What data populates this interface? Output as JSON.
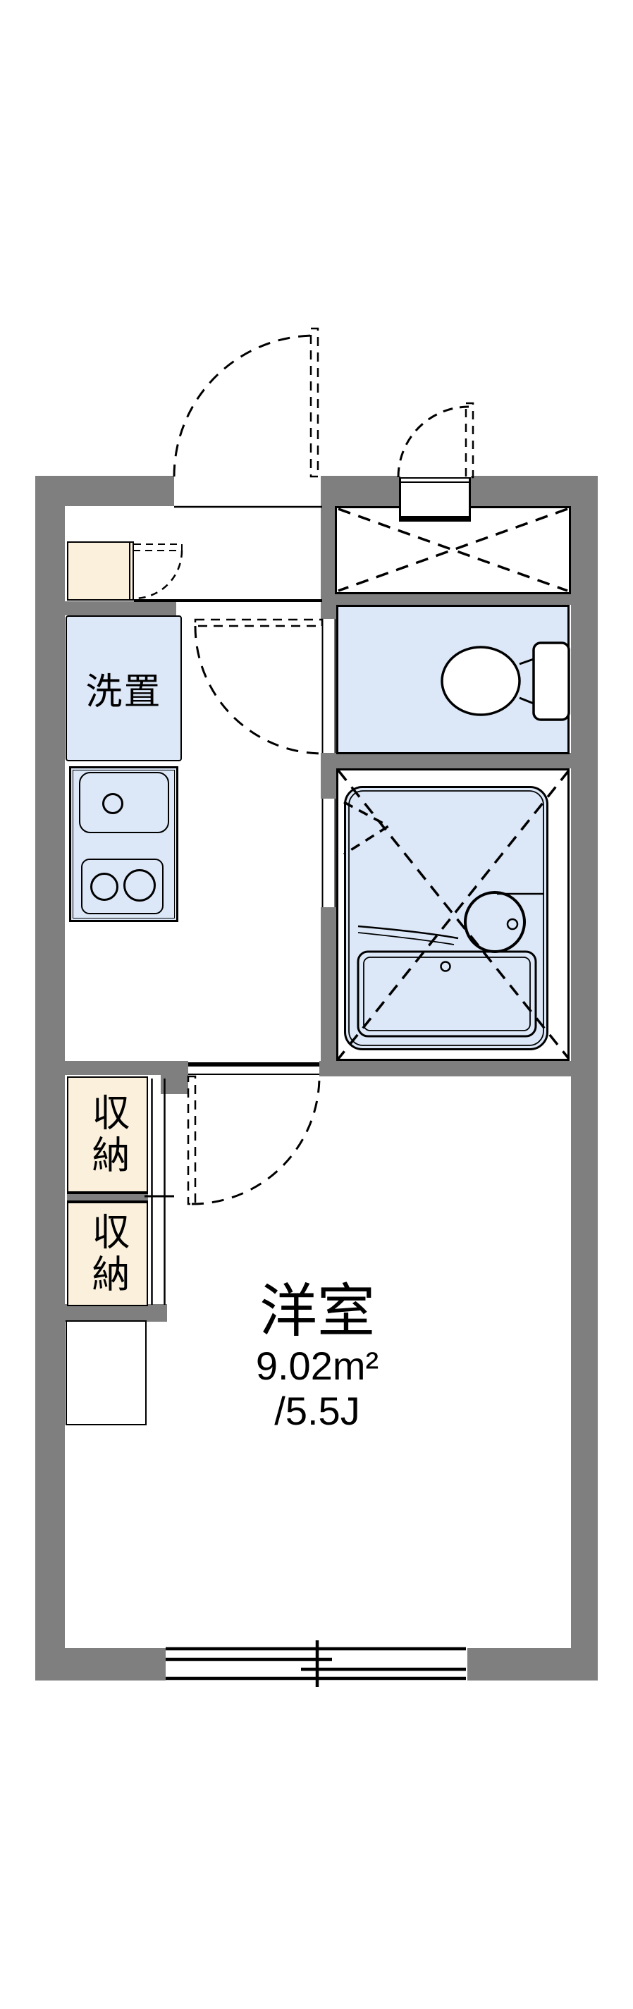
{
  "plan": {
    "labels": {
      "laundry": "洗置",
      "storage_upper": "収納",
      "storage_lower": "収納",
      "room_name": "洋室",
      "room_area_sqm": "9.02m²",
      "room_area_tatami": "/5.5J"
    },
    "colors": {
      "wall-gray": "#7f7f7f",
      "line-black": "#000000",
      "water-blue": "#dce8f8",
      "storage-beige": "#faf0dc",
      "bg-white": "#ffffff"
    }
  }
}
